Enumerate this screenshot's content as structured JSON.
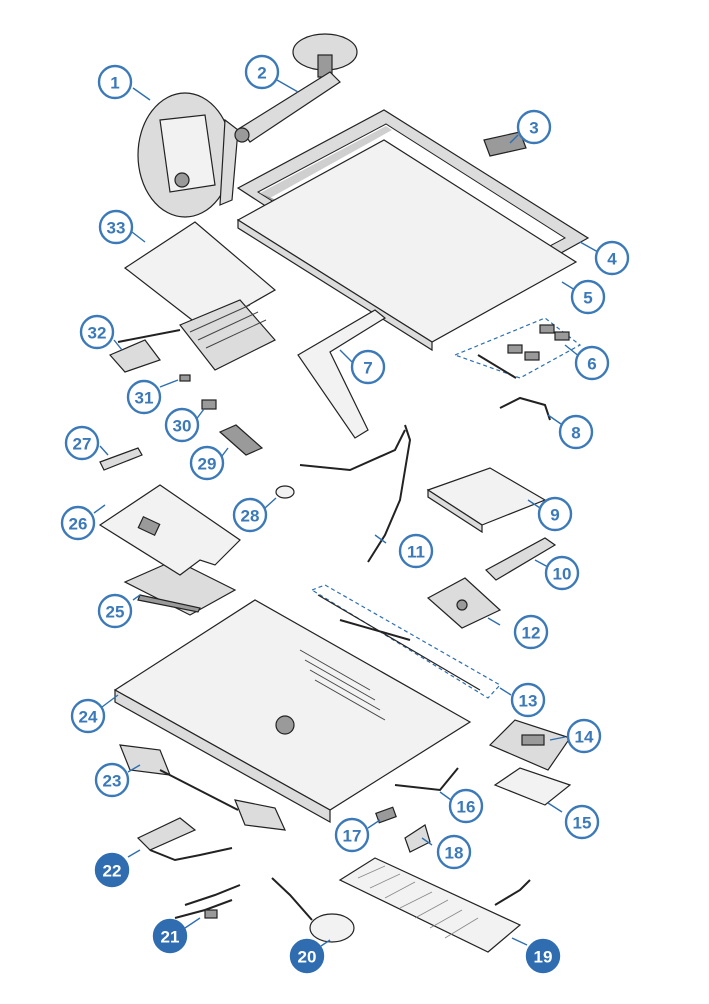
{
  "callouts": [
    {
      "label": "1",
      "filled": false
    },
    {
      "label": "2",
      "filled": false
    },
    {
      "label": "3",
      "filled": false
    },
    {
      "label": "4",
      "filled": false
    },
    {
      "label": "5",
      "filled": false
    },
    {
      "label": "6",
      "filled": false
    },
    {
      "label": "7",
      "filled": false
    },
    {
      "label": "8",
      "filled": false
    },
    {
      "label": "9",
      "filled": false
    },
    {
      "label": "10",
      "filled": false
    },
    {
      "label": "11",
      "filled": false
    },
    {
      "label": "12",
      "filled": false
    },
    {
      "label": "13",
      "filled": false
    },
    {
      "label": "14",
      "filled": false
    },
    {
      "label": "15",
      "filled": false
    },
    {
      "label": "16",
      "filled": false
    },
    {
      "label": "17",
      "filled": false
    },
    {
      "label": "18",
      "filled": false
    },
    {
      "label": "19",
      "filled": true
    },
    {
      "label": "20",
      "filled": true
    },
    {
      "label": "21",
      "filled": true
    },
    {
      "label": "22",
      "filled": true
    },
    {
      "label": "23",
      "filled": false
    },
    {
      "label": "24",
      "filled": false
    },
    {
      "label": "25",
      "filled": false
    },
    {
      "label": "26",
      "filled": false
    },
    {
      "label": "27",
      "filled": false
    },
    {
      "label": "28",
      "filled": false
    },
    {
      "label": "29",
      "filled": false
    },
    {
      "label": "30",
      "filled": false
    },
    {
      "label": "31",
      "filled": false
    },
    {
      "label": "32",
      "filled": false
    },
    {
      "label": "33",
      "filled": false
    }
  ],
  "colors": {
    "accent": "#3b79b8",
    "accent_filled": "#2f6db0",
    "line": "#222222"
  }
}
